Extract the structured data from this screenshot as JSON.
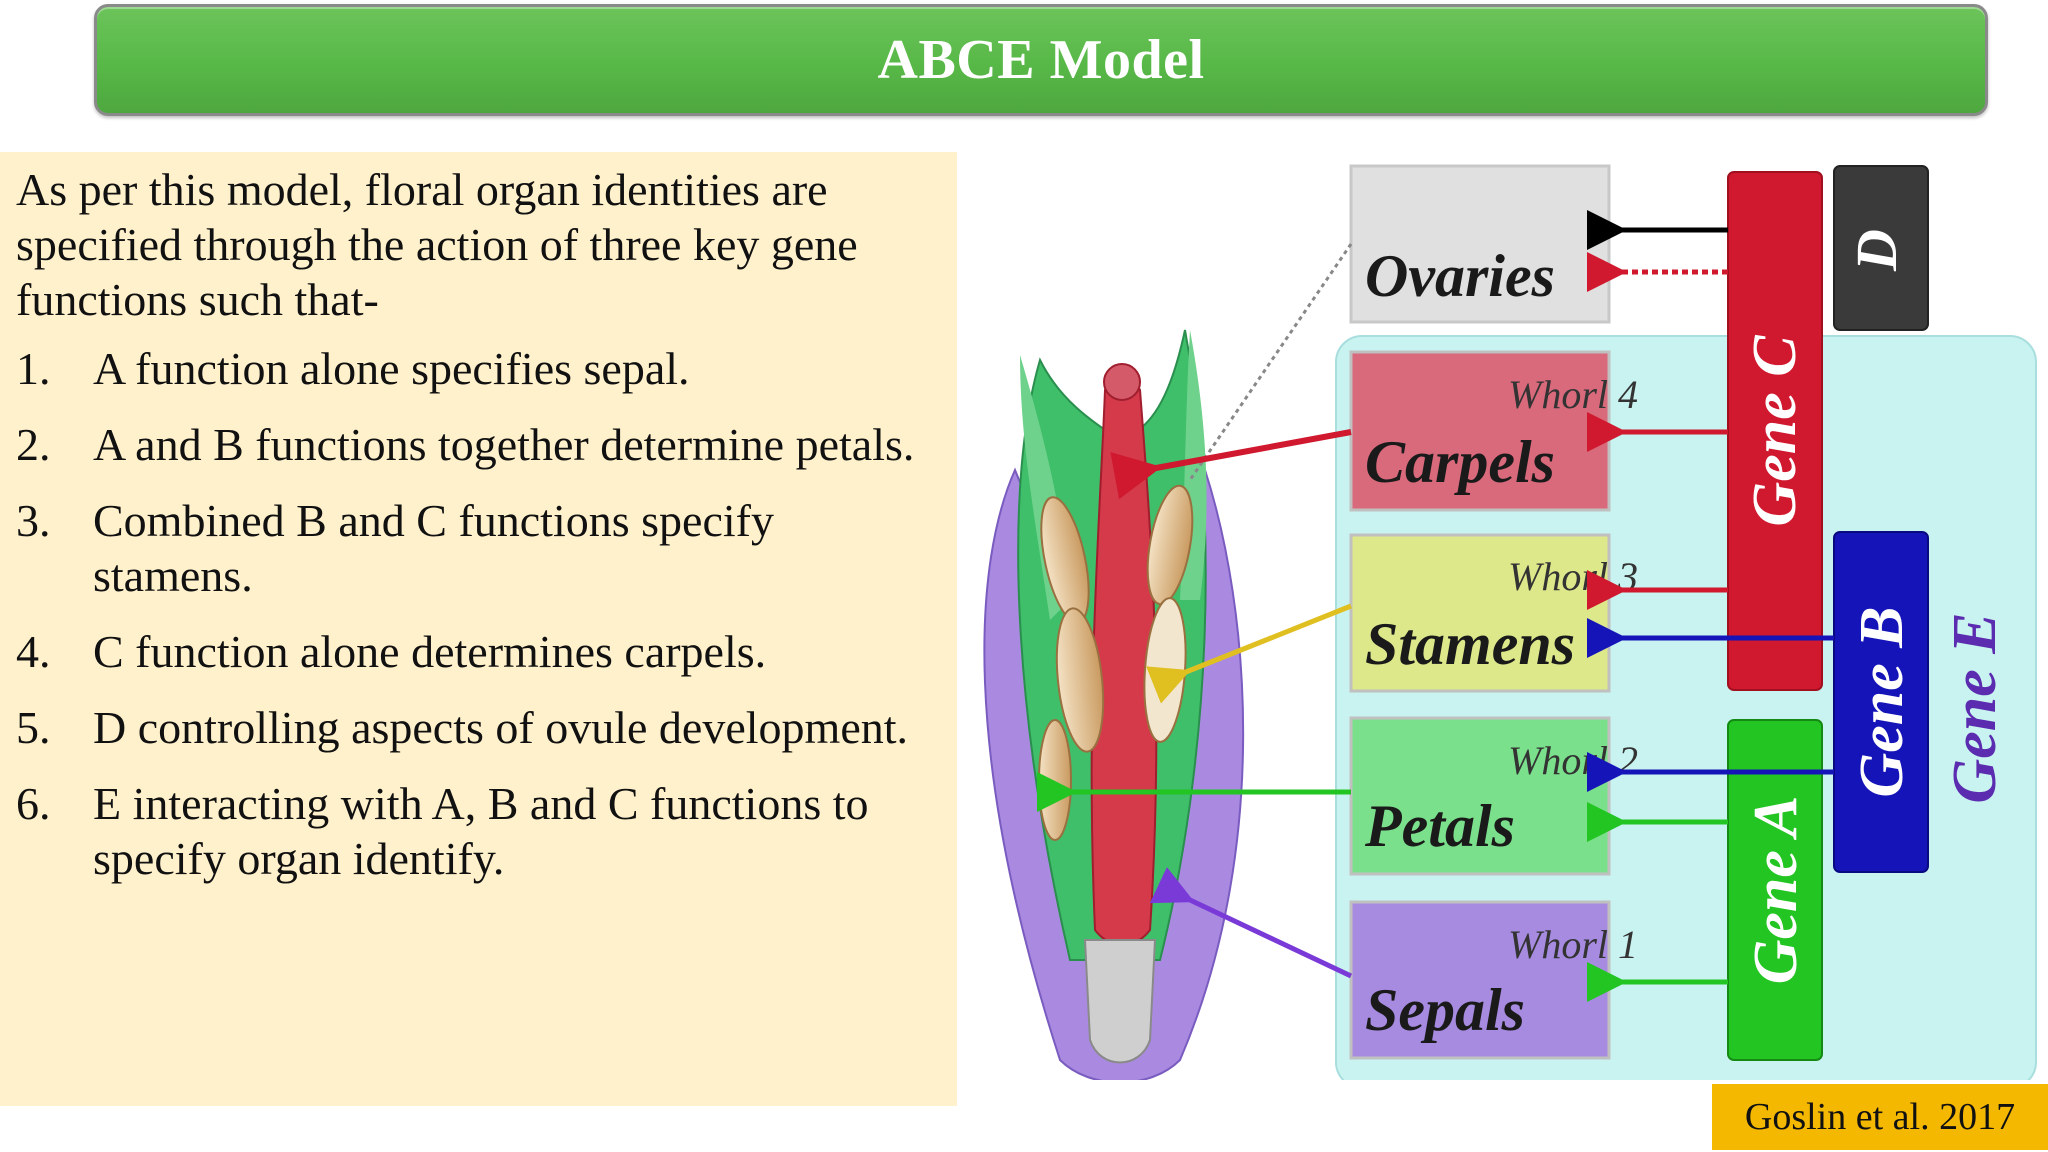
{
  "title": "ABCE Model",
  "intro": "As per this model, floral organ identities are specified through the action of three key gene functions such that-",
  "points": [
    {
      "num": "1.",
      "text": "A function alone specifies sepal."
    },
    {
      "num": "2.",
      "text": "A and B functions together determine petals."
    },
    {
      "num": "3.",
      "text": "Combined B and C functions specify stamens."
    },
    {
      "num": "4.",
      "text": "C function alone determines carpels."
    },
    {
      "num": "5.",
      "text": "D controlling aspects of ovule development."
    },
    {
      "num": "6.",
      "text": "E interacting with A, B and C functions to specify organ identify."
    }
  ],
  "diagram": {
    "organs": [
      {
        "name": "Ovaries",
        "whorl": "",
        "color": "#e0e0e0"
      },
      {
        "name": "Carpels",
        "whorl": "Whorl 4",
        "color": "#d96a7c"
      },
      {
        "name": "Stamens",
        "whorl": "Whorl 3",
        "color": "#dde88a"
      },
      {
        "name": "Petals",
        "whorl": "Whorl 2",
        "color": "#7be08c"
      },
      {
        "name": "Sepals",
        "whorl": "Whorl 1",
        "color": "#a68be0"
      }
    ],
    "genes": {
      "A": {
        "label": "Gene A",
        "color": "#22c522"
      },
      "B": {
        "label": "Gene B",
        "color": "#1414b8"
      },
      "C": {
        "label": "Gene C",
        "color": "#d0182e"
      },
      "D": {
        "label": "D",
        "color": "#3a3a3a"
      },
      "E": {
        "label": "Gene E",
        "color": "#5b2bb0"
      }
    },
    "e_region_color": "#c8f3f0"
  },
  "citation": "Goslin et al. 2017"
}
